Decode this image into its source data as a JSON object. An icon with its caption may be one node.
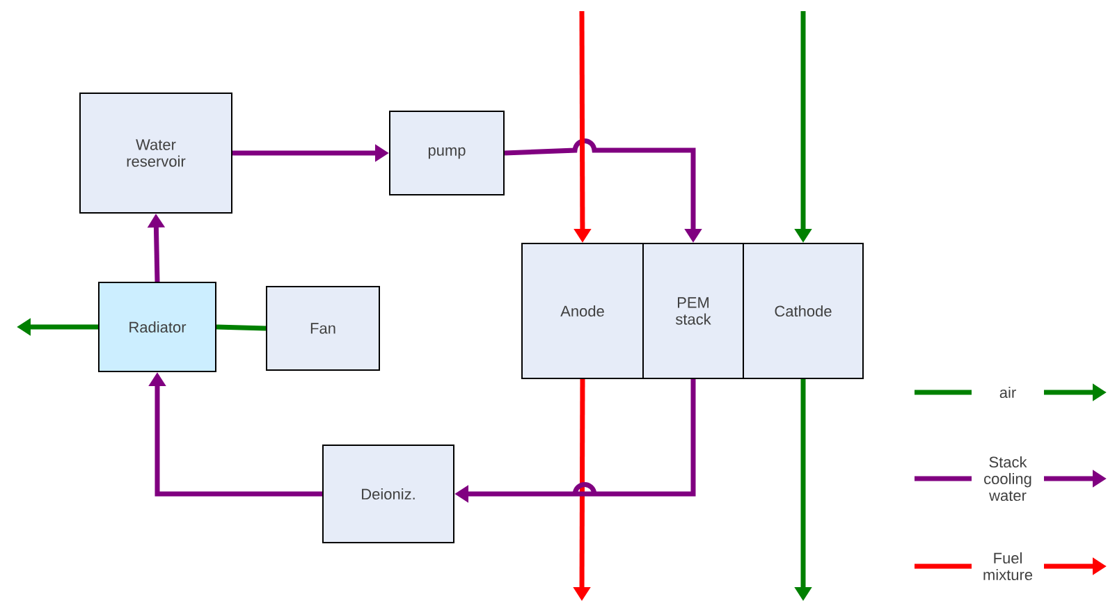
{
  "diagram": {
    "nodes": [
      {
        "text": [
          "Water reservoir"
        ]
      },
      {
        "text": [
          "pump"
        ]
      },
      {
        "text": [
          "Radiator"
        ]
      },
      {
        "text": [
          "Fan"
        ]
      },
      {
        "text": [
          "Anode"
        ]
      },
      {
        "text": [
          "PEM stack"
        ]
      },
      {
        "text": [
          "Cathode"
        ]
      },
      {
        "text": [
          "Deioniz."
        ]
      }
    ],
    "edges": [
      {
        "from": 0,
        "to": 1,
        "arrow": "to",
        "color": "#800080"
      },
      {
        "from": 1,
        "to": 5,
        "arrow": "to",
        "color": "#800080"
      },
      {
        "from": null,
        "to": 4,
        "arrow": "to",
        "color": "#ff0000"
      },
      {
        "from": null,
        "to": 6,
        "arrow": "to",
        "color": "#008000"
      },
      {
        "from": 4,
        "to": null,
        "arrow": "to",
        "color": "#ff0000"
      },
      {
        "from": 6,
        "to": null,
        "arrow": "to",
        "color": "#008000"
      },
      {
        "from": 5,
        "to": 7,
        "arrow": "to",
        "color": "#800080"
      },
      {
        "from": 7,
        "to": 2,
        "arrow": "to",
        "color": "#800080"
      },
      {
        "from": 2,
        "to": 0,
        "arrow": "to",
        "color": "#800080"
      },
      {
        "from": 3,
        "to": 2,
        "arrow": "none",
        "color": "#008000"
      },
      {
        "from": 2,
        "to": null,
        "arrow": "to",
        "color": "#008000"
      }
    ],
    "legend": [
      {
        "text": "air",
        "color": "#008000"
      },
      {
        "text": "Stack cooling water",
        "color": "#800080"
      },
      {
        "text": "Fuel mixture",
        "color": "#ff0000"
      }
    ]
  }
}
